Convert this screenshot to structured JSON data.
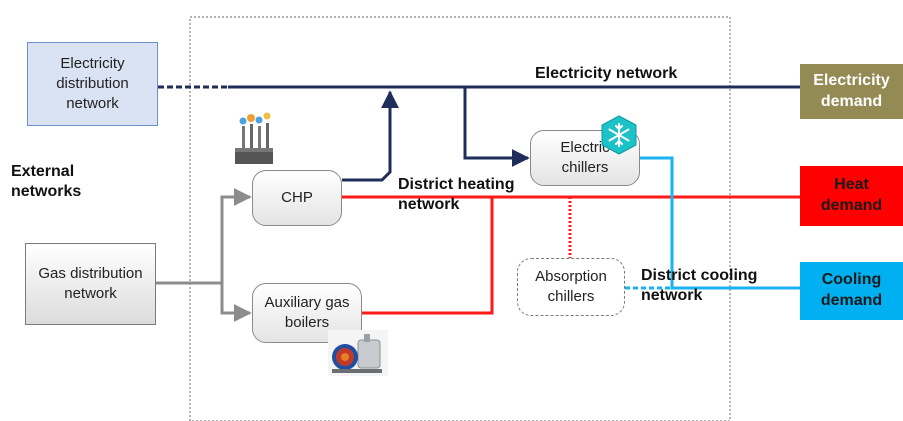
{
  "external": {
    "title": "External\nnetworks",
    "electricity_box": "Electricity\ndistribution\nnetwork",
    "gas_box": "Gas distribution\nnetwork"
  },
  "technologies": {
    "chp": "CHP",
    "aux_boilers": "Auxiliary gas\nboilers",
    "electric_chillers": "Electric\nchillers",
    "absorption_chillers": "Absorption\nchillers"
  },
  "networks": {
    "electricity": "Electricity network",
    "heating": "District heating\nnetwork",
    "cooling": "District cooling\nnetwork"
  },
  "demands": {
    "electricity": "Electricity\ndemand",
    "heat": "Heat\ndemand",
    "cooling": "Cooling\ndemand"
  },
  "colors": {
    "electricity_line": "#1f2d5a",
    "heat_line": "#ff1a1a",
    "cooling_line": "#1ab2f0",
    "gas_line": "#8c8c8c",
    "electricity_demand": "#948a54",
    "heat_demand": "#ff0000",
    "cooling_demand": "#00b0f0"
  },
  "icons": {
    "chp_plant": "factory-icon",
    "electric_chillers": "snowflake-icon",
    "aux_boilers": "boiler-icon"
  }
}
